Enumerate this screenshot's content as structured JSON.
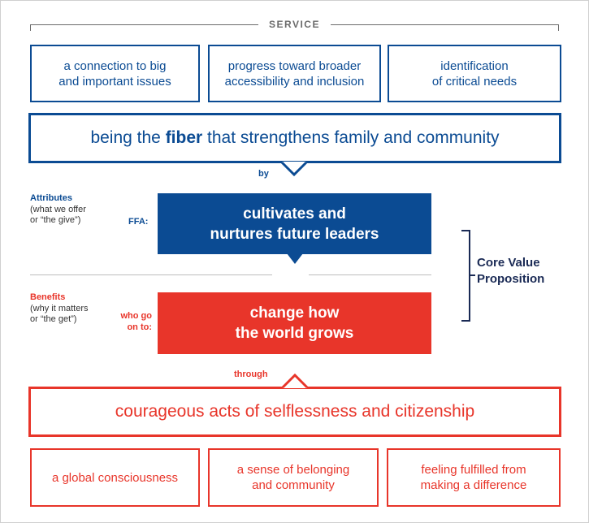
{
  "service": {
    "label": "SERVICE",
    "items": [
      {
        "line1": "a connection to big",
        "line2": "and important issues"
      },
      {
        "line1": "progress toward broader",
        "line2": "accessibility and inclusion"
      },
      {
        "line1": "identification",
        "line2": "of critical needs"
      }
    ]
  },
  "fiber": {
    "before": "being the ",
    "bold": "fiber",
    "after": " that strengthens family and community"
  },
  "by_label": "by",
  "attributes": {
    "title": "Attributes",
    "line1": "(what we offer",
    "line2": "or “the give”)"
  },
  "ffa_label": "FFA:",
  "ffa_box": {
    "line1": "cultivates and",
    "line2": "nurtures future leaders"
  },
  "benefits": {
    "title": "Benefits",
    "line1": "(why it matters",
    "line2": "or “the get”)"
  },
  "who_go": {
    "line1": "who go",
    "line2": "on to:"
  },
  "change_box": {
    "line1": "change how",
    "line2": "the world grows"
  },
  "core_value": {
    "line1": "Core Value",
    "line2": "Proposition"
  },
  "through_label": "through",
  "courage": "courageous acts of selflessness and citizenship",
  "benefit_items": [
    {
      "line1": "a global consciousness",
      "line2": ""
    },
    {
      "line1": "a sense of belonging",
      "line2": "and community"
    },
    {
      "line1": "feeling fulfilled from",
      "line2": "making a difference"
    }
  ],
  "colors": {
    "blue": "#0b4b93",
    "red": "#e8352a",
    "navy": "#1a2a55"
  }
}
